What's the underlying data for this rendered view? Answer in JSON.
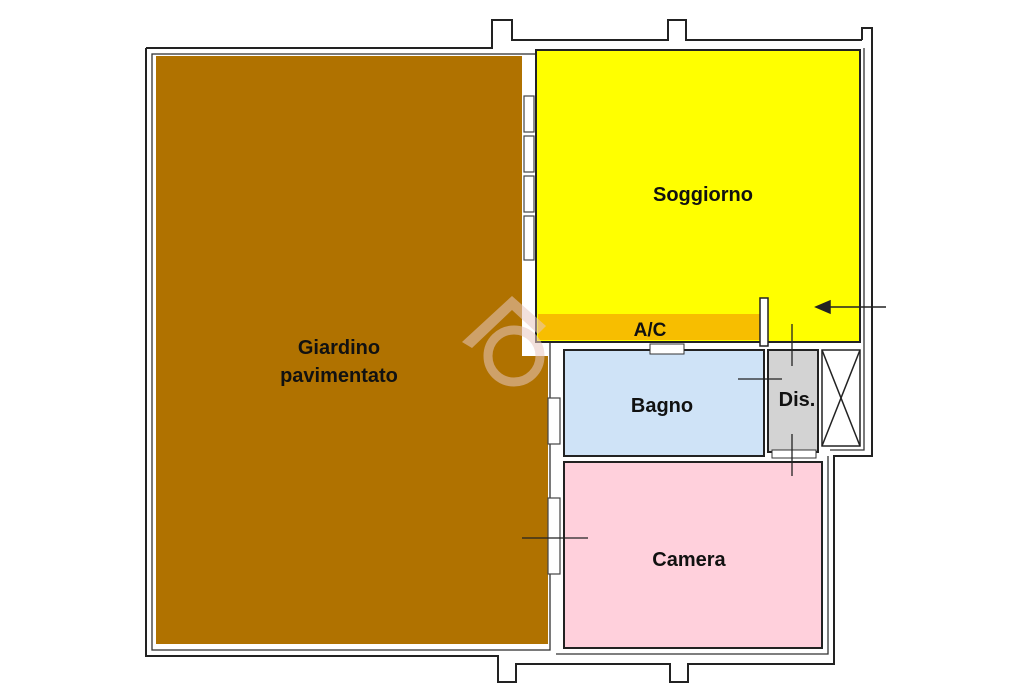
{
  "rooms": {
    "giardino": {
      "label_line1": "Giardino",
      "label_line2": "pavimentato",
      "color": "#B07200"
    },
    "soggiorno": {
      "label": "Soggiorno",
      "color": "#FFFF00"
    },
    "ac": {
      "label": "A/C",
      "color": "#F7BE00"
    },
    "bagno": {
      "label": "Bagno",
      "color": "#CFE3F7"
    },
    "disimpegno": {
      "label": "Dis.",
      "color": "#D3D3D3"
    },
    "camera": {
      "label": "Camera",
      "color": "#FFD0DC"
    }
  },
  "colors": {
    "wall": "#222222",
    "watermark": "#E8C8C0"
  },
  "icons": {
    "watermark": "house-logo-watermark",
    "entrance": "entrance-arrow-icon"
  }
}
